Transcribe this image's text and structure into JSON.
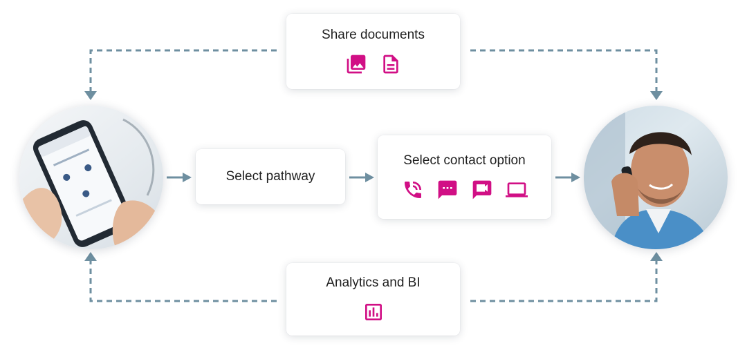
{
  "diagram": {
    "accent_color": "#d10f85",
    "connector_color": "#6e8fa0",
    "share": {
      "title": "Share documents",
      "icons": [
        "image-library-icon",
        "document-icon"
      ]
    },
    "pathway": {
      "title": "Select pathway"
    },
    "contact": {
      "title": "Select contact option",
      "icons": [
        "phone-call-icon",
        "chat-message-icon",
        "video-call-icon",
        "laptop-icon"
      ]
    },
    "analytics": {
      "title": "Analytics and BI",
      "icons": [
        "bar-chart-icon"
      ]
    },
    "images": {
      "left": "patient-phone-photo",
      "right": "agent-on-phone-photo"
    }
  }
}
